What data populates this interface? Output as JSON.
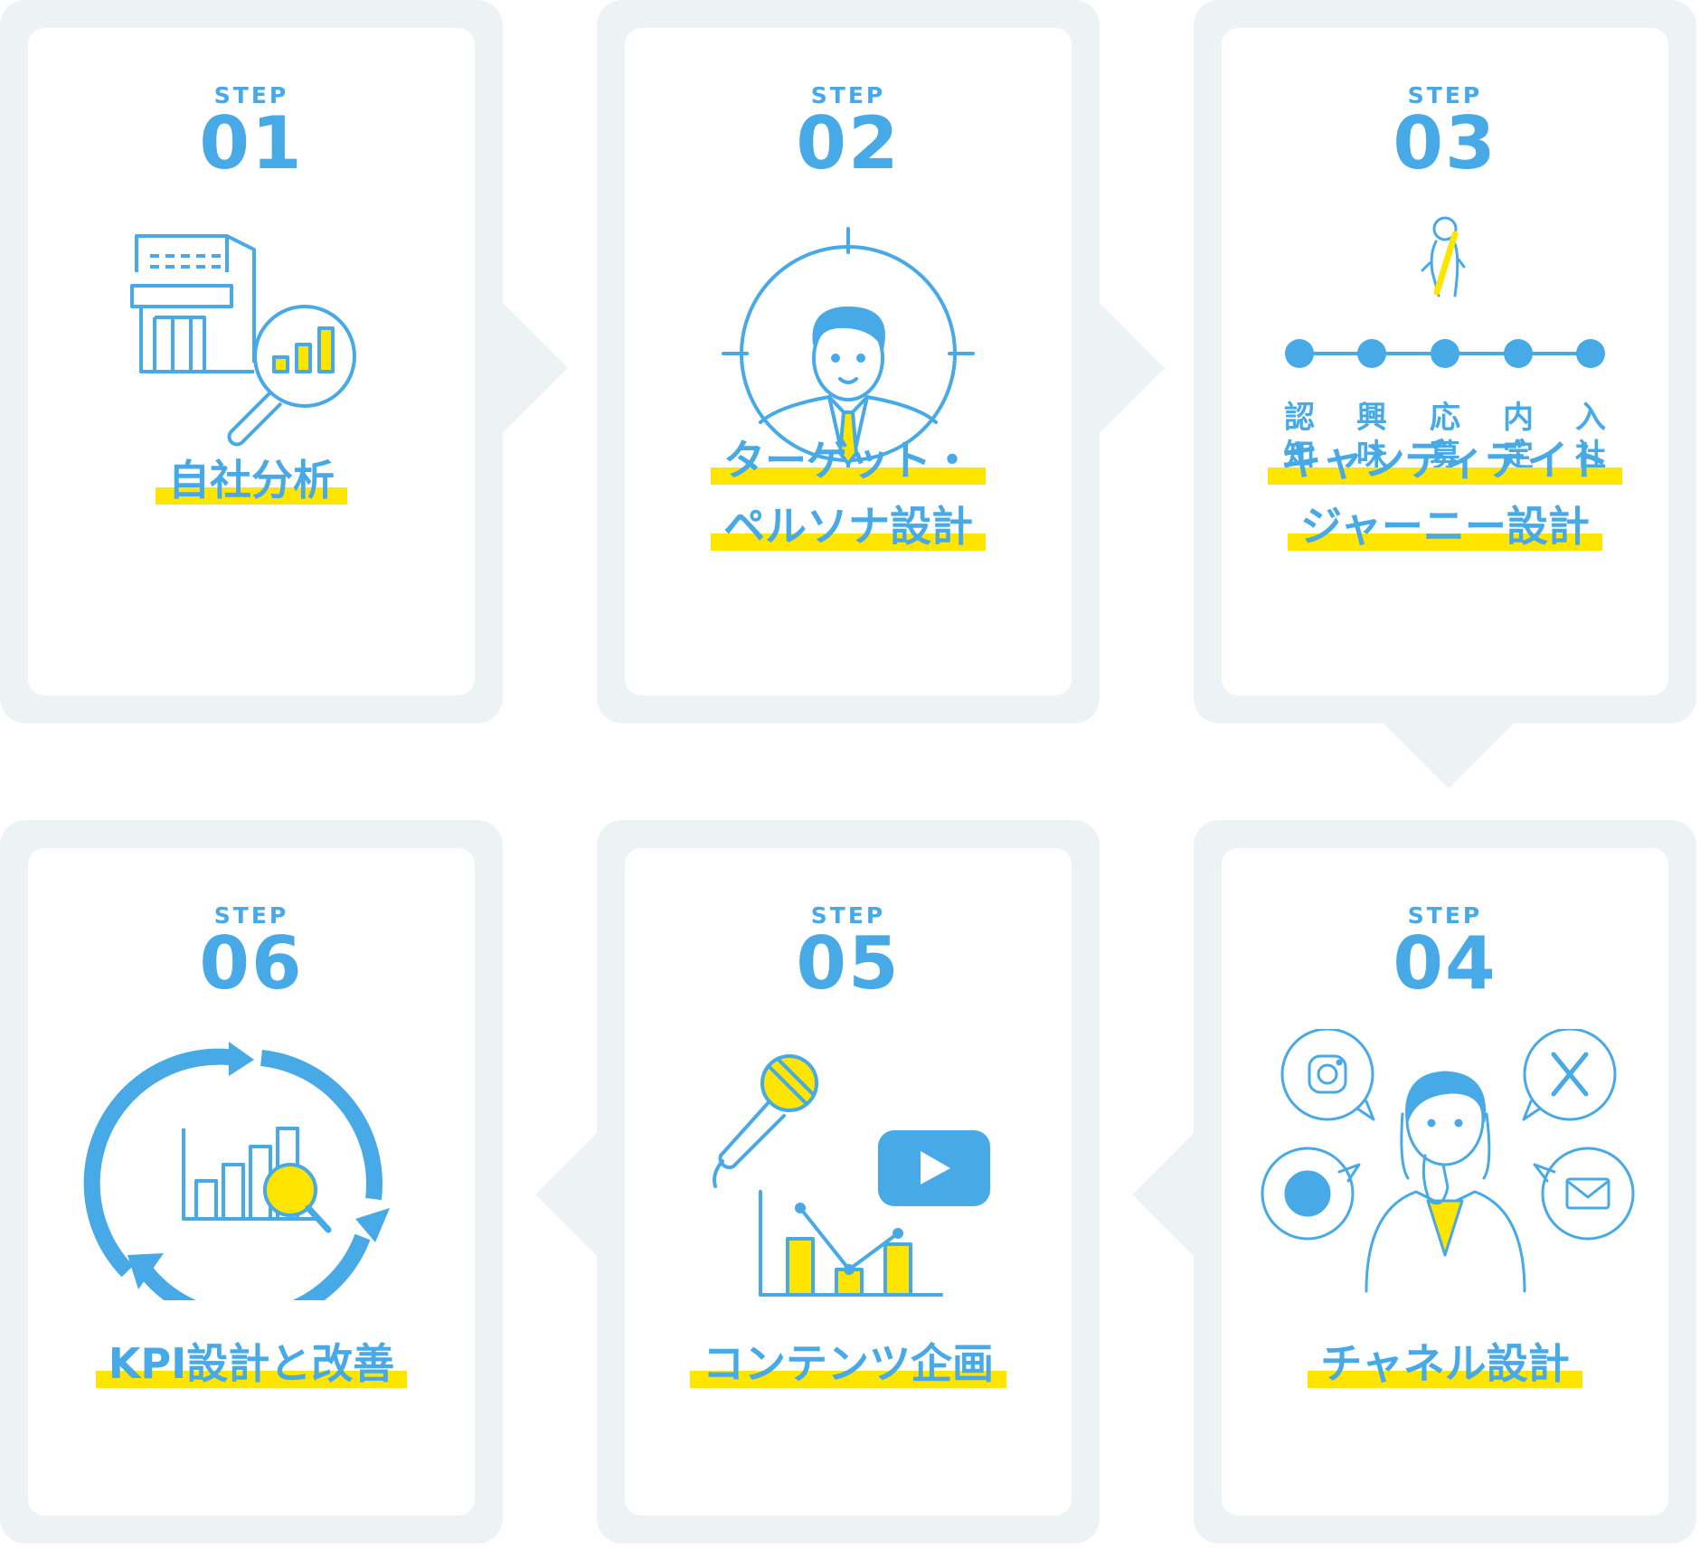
{
  "colors": {
    "accent": "#47a9e6",
    "highlight": "#ffe500",
    "card_bg": "#edf2f5",
    "panel": "#ffffff"
  },
  "steps": [
    {
      "label": "STEP",
      "number": "01",
      "title_lines": [
        "自社分析"
      ],
      "icon": "building-magnifier-icon"
    },
    {
      "label": "STEP",
      "number": "02",
      "title_lines": [
        "ターゲット・",
        "ペルソナ設計"
      ],
      "icon": "target-persona-icon"
    },
    {
      "label": "STEP",
      "number": "03",
      "title_lines": [
        "キャンディデイト",
        "ジャーニー設計"
      ],
      "icon": "candidate-journey-icon",
      "stages": [
        [
          "認",
          "知"
        ],
        [
          "興",
          "味"
        ],
        [
          "応",
          "募"
        ],
        [
          "内",
          "定"
        ],
        [
          "入",
          "社"
        ]
      ]
    },
    {
      "label": "STEP",
      "number": "04",
      "title_lines": [
        "チャネル設計"
      ],
      "icon": "channels-person-icon"
    },
    {
      "label": "STEP",
      "number": "05",
      "title_lines": [
        "コンテンツ企画"
      ],
      "icon": "content-media-icon"
    },
    {
      "label": "STEP",
      "number": "06",
      "title_lines": [
        "KPI設計と改善"
      ],
      "icon": "kpi-cycle-icon"
    }
  ]
}
